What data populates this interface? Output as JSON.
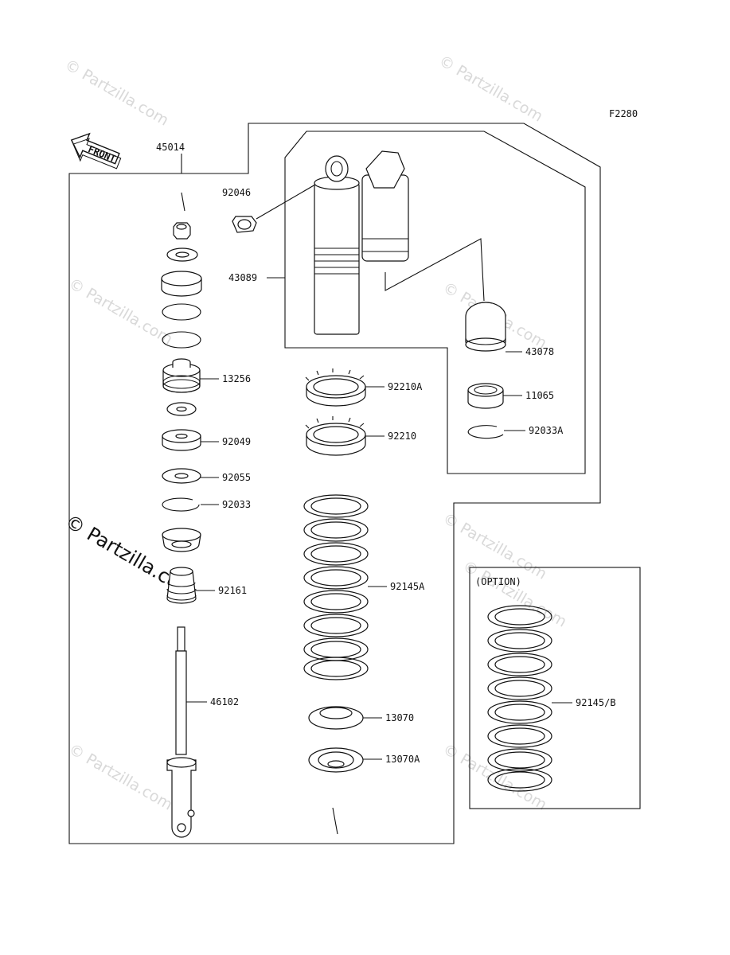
{
  "diagram_code": "F2280",
  "front_label": "FRONT",
  "option_label": "(OPTION)",
  "watermark": "© Partzilla.com",
  "parts": {
    "p45014": "45014",
    "p92046": "92046",
    "p43089": "43089",
    "p43078": "43078",
    "p13256": "13256",
    "p92210A": "92210A",
    "p11065": "11065",
    "p92049": "92049",
    "p92210": "92210",
    "p92033A": "92033A",
    "p92055": "92055",
    "p92033": "92033",
    "p92161": "92161",
    "p92145A": "92145A",
    "p92145B": "92145/B",
    "p46102": "46102",
    "p13070": "13070",
    "p13070A": "13070A"
  }
}
